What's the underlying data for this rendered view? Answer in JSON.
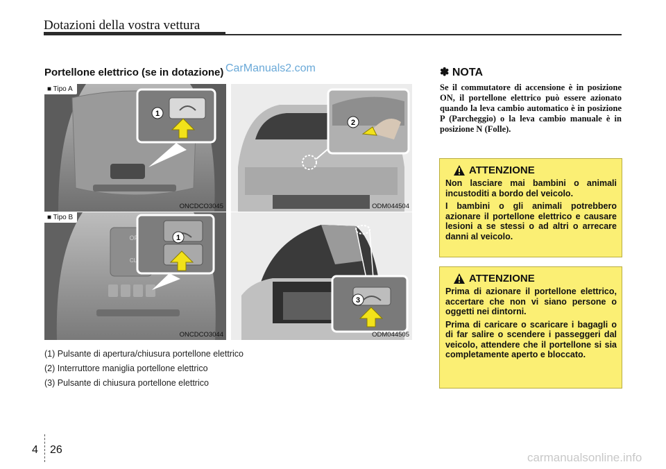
{
  "header": {
    "title": "Dotazioni della vostra vettura"
  },
  "section": {
    "title": "Portellone elettrico (se in dotazione)"
  },
  "watermark": "CarManuals2.com",
  "figures": {
    "tipo_a": "Tipo A",
    "tipo_b": "Tipo B",
    "code_1": "ONCDCO3045",
    "code_2": "ODM044504",
    "code_3": "ONCDCO3044",
    "code_4": "ODM044505",
    "callout_1a": "1",
    "callout_1b": "1",
    "callout_2": "2",
    "callout_3": "3",
    "switch_open": "OPEN",
    "switch_close": "CLOSE"
  },
  "captions": [
    "(1) Pulsante di apertura/chiusura portellone elettrico",
    "(2) Interruttore maniglia portellone elettrico",
    "(3) Pulsante di chiusura portellone elettrico"
  ],
  "nota": {
    "title": "✽ NOTA",
    "text": "Se il commutatore di accensione è in posizione ON, il portellone elettrico può essere azionato quando la leva cambio automatico è in posizione P (Parcheggio) o la leva cambio manuale è in posizione N (Folle)."
  },
  "warning1": {
    "title": "ATTENZIONE",
    "p1": "Non lasciare mai bambini o animali incustoditi a bordo del veicolo.",
    "p2": "I bambini o gli animali potrebbero azionare il portellone elettrico e causare lesioni a se stessi o ad altri o arrecare danni al veicolo."
  },
  "warning2": {
    "title": "ATTENZIONE",
    "p1": "Prima di azionare il portellone elettrico, accertare che non vi siano persone o oggetti nei dintorni.",
    "p2": "Prima di caricare o scaricare i bagagli o di far salire o scendere i passeggeri dal veicolo, attendere che il portellone si sia completamente aperto e bloccato."
  },
  "page": {
    "chapter": "4",
    "number": "26"
  },
  "footer_watermark": "carmanualsonline.info",
  "colors": {
    "warning_bg": "#fbef74",
    "arrow_yellow": "#f2e21a",
    "watermark_blue": "#6aa9d8"
  }
}
